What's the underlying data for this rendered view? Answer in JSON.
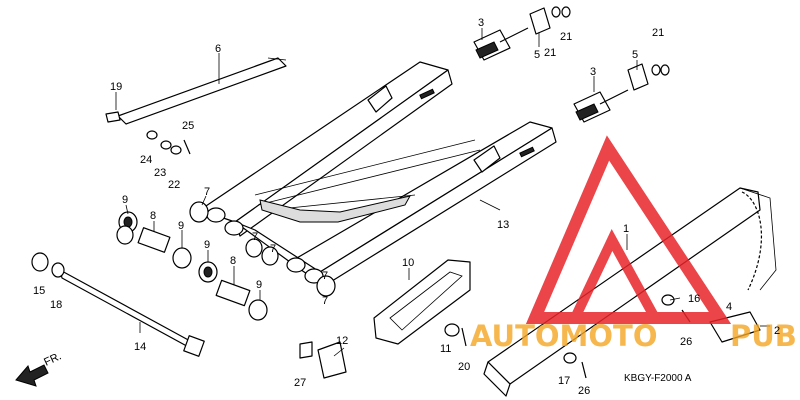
{
  "diagram_code": "KBGY-F2000 A",
  "front_mark": "FR.",
  "watermark": {
    "text_left": "AUTOMOTO",
    "text_right": "PUB",
    "mark_color": "#e8242a",
    "text_color": "#f5a623"
  },
  "callouts": [
    {
      "id": "1",
      "text": "1"
    },
    {
      "id": "2",
      "text": "2"
    },
    {
      "id": "3a",
      "text": "3"
    },
    {
      "id": "3b",
      "text": "3"
    },
    {
      "id": "4",
      "text": "4"
    },
    {
      "id": "5a",
      "text": "5"
    },
    {
      "id": "5b",
      "text": "5"
    },
    {
      "id": "6",
      "text": "6"
    },
    {
      "id": "7a",
      "text": "7"
    },
    {
      "id": "7b",
      "text": "7"
    },
    {
      "id": "7c",
      "text": "7"
    },
    {
      "id": "7d",
      "text": "7"
    },
    {
      "id": "7e",
      "text": "7"
    },
    {
      "id": "8a",
      "text": "8"
    },
    {
      "id": "8b",
      "text": "8"
    },
    {
      "id": "9a",
      "text": "9"
    },
    {
      "id": "9b",
      "text": "9"
    },
    {
      "id": "9c",
      "text": "9"
    },
    {
      "id": "9d",
      "text": "9"
    },
    {
      "id": "10",
      "text": "10"
    },
    {
      "id": "11",
      "text": "11"
    },
    {
      "id": "12",
      "text": "12"
    },
    {
      "id": "13",
      "text": "13"
    },
    {
      "id": "14",
      "text": "14"
    },
    {
      "id": "15",
      "text": "15"
    },
    {
      "id": "16",
      "text": "16"
    },
    {
      "id": "17",
      "text": "17"
    },
    {
      "id": "18",
      "text": "18"
    },
    {
      "id": "19",
      "text": "19"
    },
    {
      "id": "20",
      "text": "20"
    },
    {
      "id": "21a",
      "text": "21"
    },
    {
      "id": "21b",
      "text": "21"
    },
    {
      "id": "21c",
      "text": "21"
    },
    {
      "id": "22",
      "text": "22"
    },
    {
      "id": "23",
      "text": "23"
    },
    {
      "id": "24",
      "text": "24"
    },
    {
      "id": "25",
      "text": "25"
    },
    {
      "id": "26a",
      "text": "26"
    },
    {
      "id": "26b",
      "text": "26"
    },
    {
      "id": "27",
      "text": "27"
    }
  ]
}
